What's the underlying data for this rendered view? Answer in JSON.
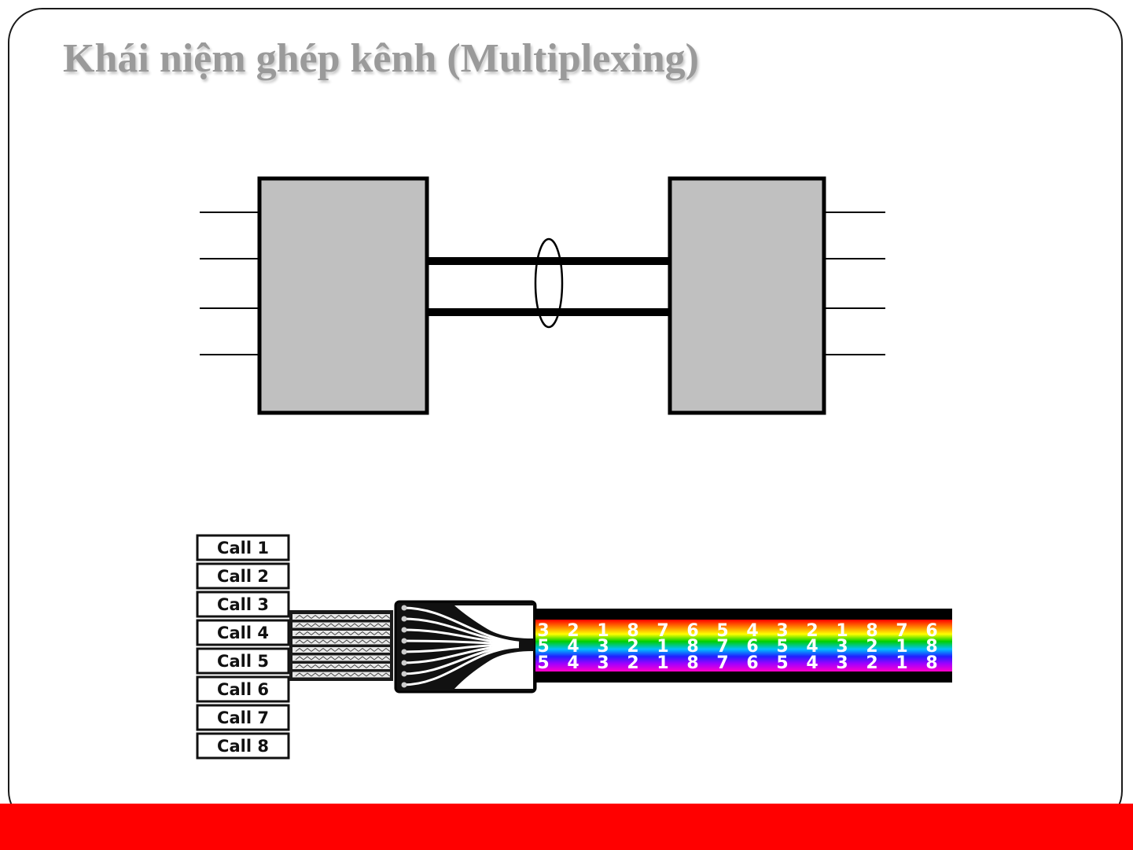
{
  "slide": {
    "title": "Khái niệm ghép kênh (Multiplexing)"
  },
  "colors": {
    "accent_bar": "#ff0000",
    "title_text": "#9a9a9a",
    "box_fill": "#c0c0c0",
    "stroke": "#000000"
  },
  "calls": {
    "labels": [
      "Call 1",
      "Call 2",
      "Call 3",
      "Call 4",
      "Call 5",
      "Call 6",
      "Call 7",
      "Call 8"
    ]
  },
  "stream": {
    "rows": [
      [
        "3",
        "2",
        "1",
        "8",
        "7",
        "6",
        "5",
        "4",
        "3",
        "2",
        "1",
        "8",
        "7",
        "6"
      ],
      [
        "5",
        "4",
        "3",
        "2",
        "1",
        "8",
        "7",
        "6",
        "5",
        "4",
        "3",
        "2",
        "1",
        "8"
      ],
      [
        "5",
        "4",
        "3",
        "2",
        "1",
        "8",
        "7",
        "6",
        "5",
        "4",
        "3",
        "2",
        "1",
        "8"
      ]
    ],
    "band_colors": [
      "#ff0000",
      "#ff7f00",
      "#ffff00",
      "#00d000",
      "#00c0ff",
      "#2020ff",
      "#a000ff",
      "#ff00c8"
    ]
  }
}
